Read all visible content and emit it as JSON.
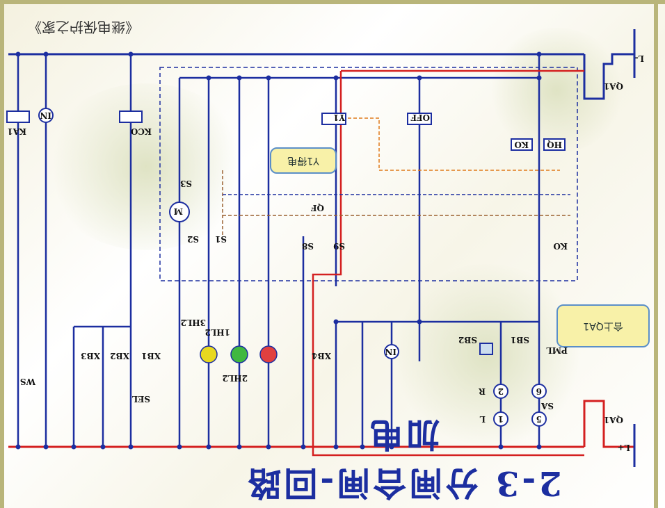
{
  "title": "2-3 分闸合闸-回路加电",
  "watermark": "《继电保护之家》",
  "callouts": {
    "y1": "Y1得电",
    "qa1": "合上QA1"
  },
  "labels": {
    "power": [
      "L-",
      "L+"
    ],
    "breakers": [
      "QA1",
      "QA1"
    ],
    "coils": [
      "Y1",
      "OFF",
      "KO",
      "HQ",
      "KA1",
      "KCO"
    ],
    "switches": [
      "S1",
      "S2",
      "S3",
      "S8",
      "S9",
      "QF",
      "SB1",
      "SB2",
      "KO",
      "PML",
      "WS",
      "SEL",
      "XB1",
      "XB2",
      "XB3",
      "XB4"
    ],
    "lamps": [
      "1HL2",
      "2HL2",
      "3HL2"
    ],
    "motor": "M",
    "in_symbol": "IN",
    "sa_terminals": [
      "1",
      "2",
      "5",
      "6"
    ],
    "sa_labels": [
      "L",
      "R",
      "SA"
    ]
  },
  "colors": {
    "bus_blue": "#1c2ea0",
    "energized_red": "#d42020",
    "control_orange": "#e07a1a",
    "lamp_red": "#e04040",
    "lamp_green": "#40b840",
    "lamp_yellow": "#e8d820"
  }
}
